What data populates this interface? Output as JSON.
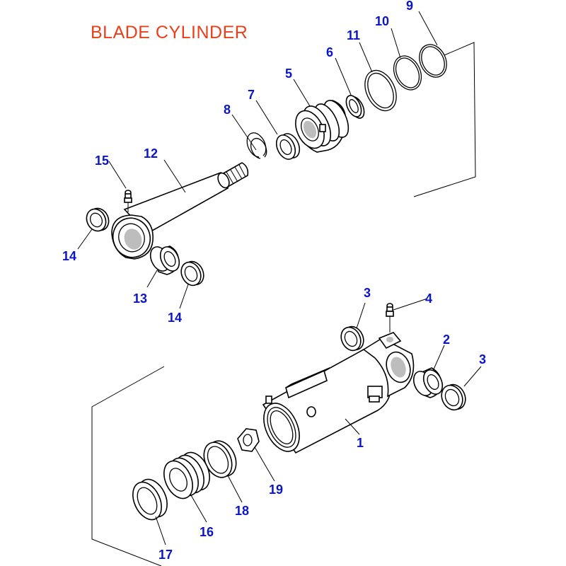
{
  "diagram": {
    "title": "BLADE CYLINDER",
    "title_color": "#e8401c",
    "label_color": "#0a14c8",
    "parts": [
      {
        "id": "p1",
        "number": "1"
      },
      {
        "id": "p2",
        "number": "2"
      },
      {
        "id": "p3a",
        "number": "3"
      },
      {
        "id": "p3b",
        "number": "3"
      },
      {
        "id": "p4",
        "number": "4"
      },
      {
        "id": "p5",
        "number": "5"
      },
      {
        "id": "p6",
        "number": "6"
      },
      {
        "id": "p7",
        "number": "7"
      },
      {
        "id": "p8",
        "number": "8"
      },
      {
        "id": "p9",
        "number": "9"
      },
      {
        "id": "p10",
        "number": "10"
      },
      {
        "id": "p11",
        "number": "11"
      },
      {
        "id": "p12",
        "number": "12"
      },
      {
        "id": "p13",
        "number": "13"
      },
      {
        "id": "p14a",
        "number": "14"
      },
      {
        "id": "p14b",
        "number": "14"
      },
      {
        "id": "p15",
        "number": "15"
      },
      {
        "id": "p16",
        "number": "16"
      },
      {
        "id": "p17",
        "number": "17"
      },
      {
        "id": "p18",
        "number": "18"
      },
      {
        "id": "p19",
        "number": "19"
      }
    ]
  }
}
